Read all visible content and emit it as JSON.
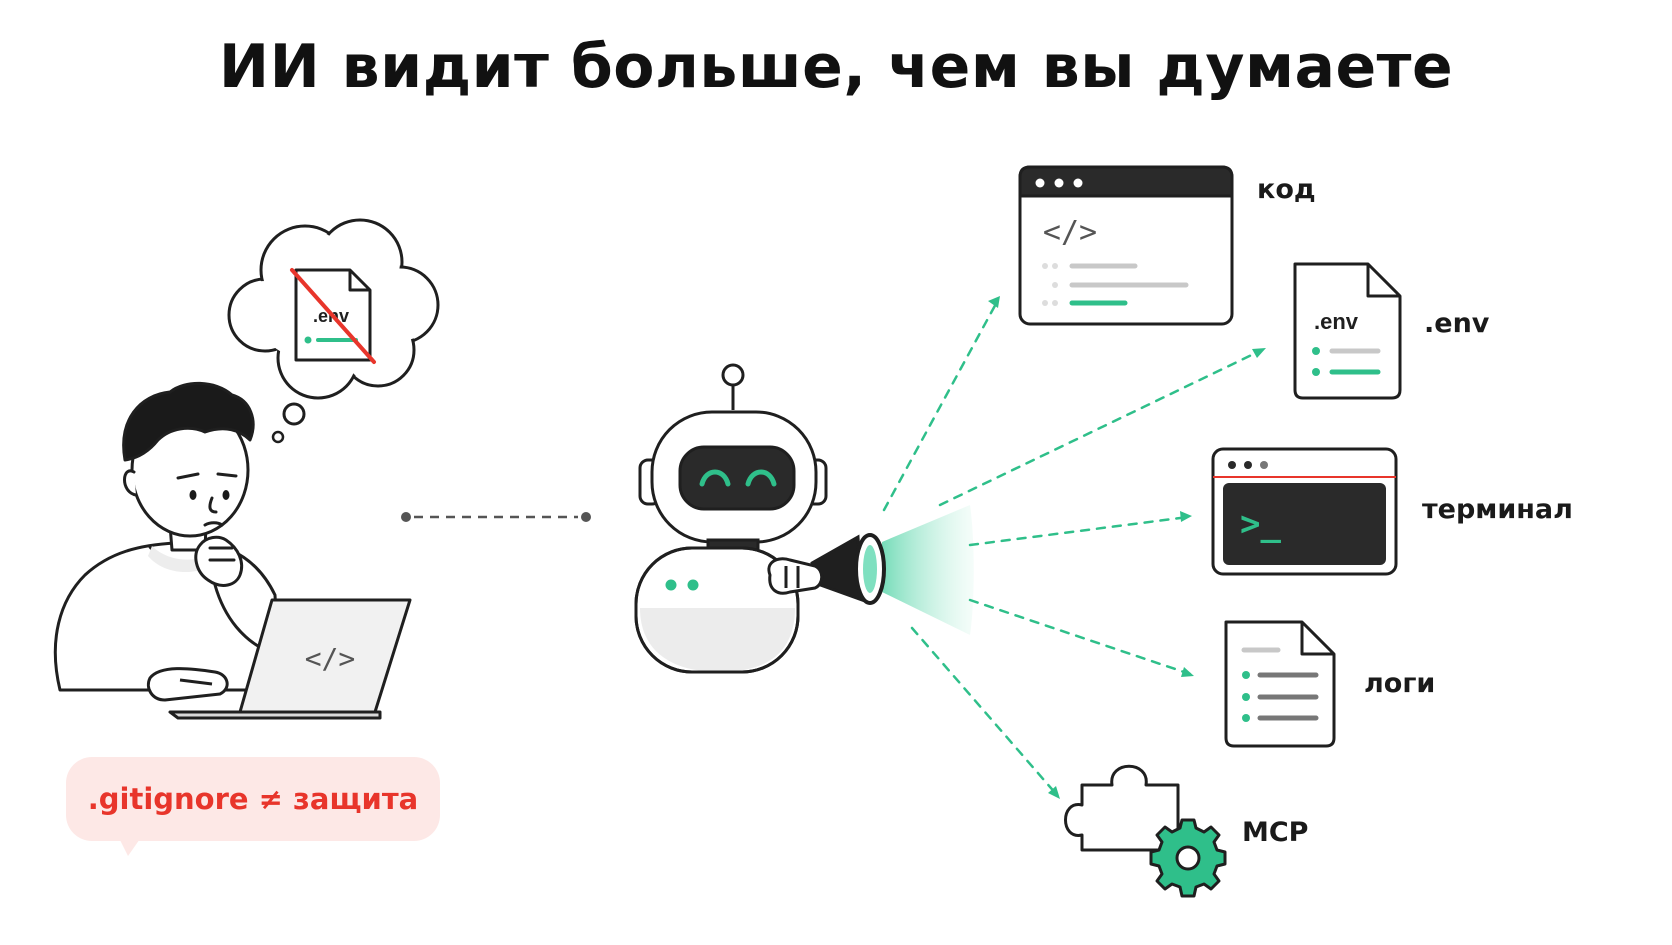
{
  "title": "ИИ видит больше, чем вы думаете",
  "person": {
    "thought_file_label": ".env",
    "laptop_code_symbol": "</>"
  },
  "warning_bubble": {
    "text": ".gitignore ≠ защита",
    "color": "#e8352b",
    "background": "#fde8e6"
  },
  "sources": [
    {
      "id": "code",
      "label": "код",
      "icon": "code-window-icon",
      "inner_text": "</>"
    },
    {
      "id": "env",
      "label": ".env",
      "icon": "env-file-icon",
      "inner_text": ".env"
    },
    {
      "id": "terminal",
      "label": "терминал",
      "icon": "terminal-window-icon",
      "inner_text": ">_"
    },
    {
      "id": "logs",
      "label": "логи",
      "icon": "log-file-icon"
    },
    {
      "id": "mcp",
      "label": "MCP",
      "icon": "puzzle-gear-icon"
    }
  ],
  "colors": {
    "accent": "#2fbf8a",
    "stroke": "#1f1f1f",
    "beam": "#7fe0c0",
    "forbidden": "#e8352b"
  }
}
